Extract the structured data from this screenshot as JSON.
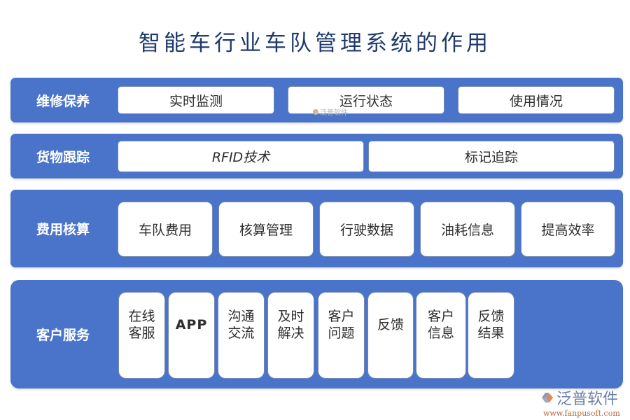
{
  "title": "智能车行业车队管理系统的作用",
  "colors": {
    "panel_bg": "#4a74c9",
    "card_bg": "#ffffff",
    "title_text": "#1f3a6b",
    "card_text": "#2d2d2d"
  },
  "sections": [
    {
      "label": "维修保养",
      "items": [
        "实时监测",
        "运行状态",
        "使用情况"
      ]
    },
    {
      "label": "货物跟踪",
      "items": [
        "RFID技术",
        "标记追踪"
      ]
    },
    {
      "label": "费用核算",
      "items": [
        "车队费用",
        "核算管理",
        "行驶数据",
        "油耗信息",
        "提高效率"
      ]
    },
    {
      "label": "客户服务",
      "items": [
        {
          "line1": "在线",
          "line2": "客服"
        },
        {
          "line1": "APP",
          "line2": ""
        },
        {
          "line1": "沟通",
          "line2": "交流"
        },
        {
          "line1": "及时",
          "line2": "解决"
        },
        {
          "line1": "客户",
          "line2": "问题"
        },
        {
          "line1": "反馈",
          "line2": ""
        },
        {
          "line1": "客户",
          "line2": "信息"
        },
        {
          "line1": "反馈",
          "line2": "结果"
        }
      ]
    }
  ],
  "watermark": {
    "mid_text": "泛普软件",
    "logo_text": "泛普软件",
    "logo_url": "www.fanpusoft.com"
  }
}
